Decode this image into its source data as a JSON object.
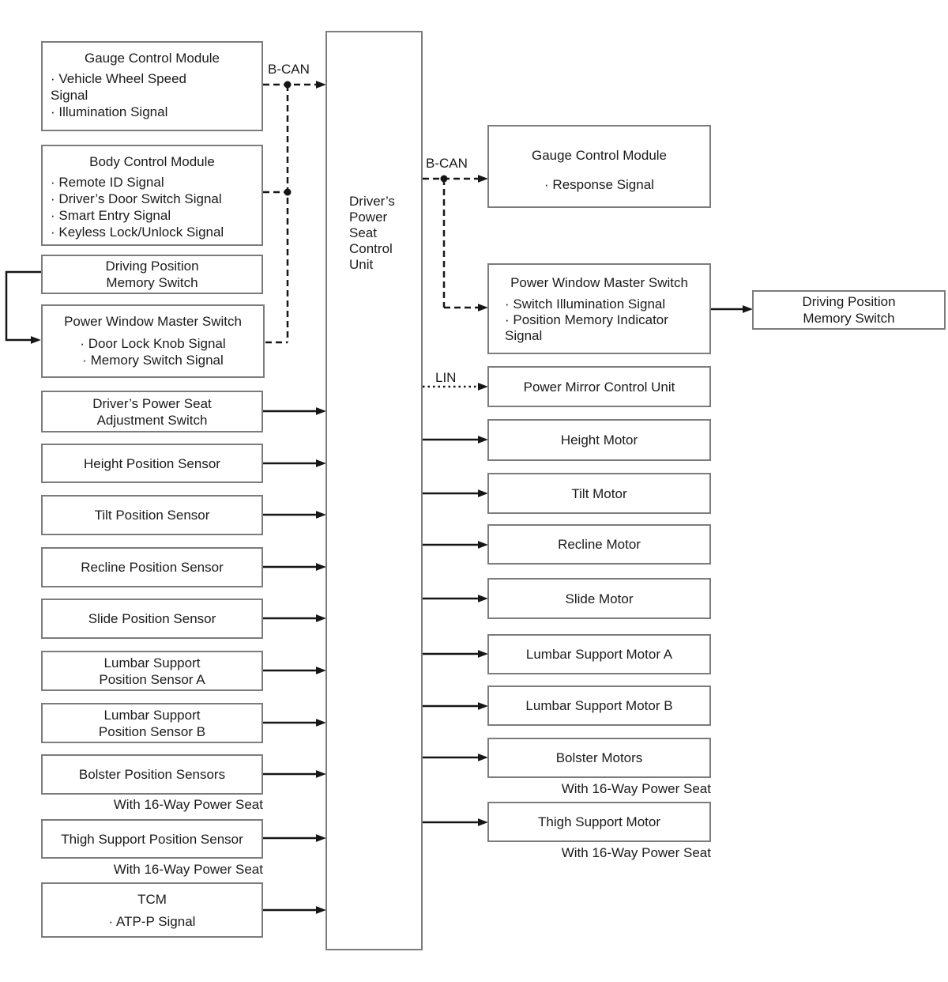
{
  "center_unit": {
    "lines": [
      "Driver’s",
      "Power",
      "Seat",
      "Control",
      "Unit"
    ]
  },
  "bus_labels": {
    "bcan_left": "B-CAN",
    "bcan_right": "B-CAN",
    "lin": "LIN"
  },
  "inputs": [
    {
      "title": "Gauge Control Module",
      "items": [
        "· Vehicle Wheel Speed",
        "Signal",
        "· Illumination Signal"
      ]
    },
    {
      "title": "Body Control Module",
      "items": [
        "· Remote ID Signal",
        "· Driver’s Door Switch Signal",
        "· Smart Entry Signal",
        "· Keyless Lock/Unlock Signal"
      ]
    },
    {
      "lines": [
        "Driving Position",
        "Memory Switch"
      ]
    },
    {
      "title": "Power Window Master Switch",
      "items": [
        "· Door Lock Knob Signal",
        "· Memory Switch Signal"
      ]
    },
    {
      "lines": [
        "Driver’s Power Seat",
        "Adjustment Switch"
      ]
    },
    {
      "label": "Height Position Sensor"
    },
    {
      "label": "Tilt Position Sensor"
    },
    {
      "label": "Recline Position Sensor"
    },
    {
      "label": "Slide Position Sensor"
    },
    {
      "lines": [
        "Lumbar Support",
        "Position Sensor A"
      ]
    },
    {
      "lines": [
        "Lumbar Support",
        "Position Sensor B"
      ]
    },
    {
      "label": "Bolster Position Sensors",
      "note": "With 16-Way Power Seat"
    },
    {
      "label": "Thigh Support Position Sensor",
      "note": "With 16-Way Power Seat"
    },
    {
      "title": "TCM",
      "items": [
        "· ATP-P Signal"
      ]
    }
  ],
  "outputs": [
    {
      "title": "Gauge Control Module",
      "items": [
        "· Response Signal"
      ]
    },
    {
      "title": "Power Window Master Switch",
      "items": [
        "· Switch Illumination Signal",
        "· Position Memory Indicator",
        "Signal"
      ]
    },
    {
      "label": "Power Mirror Control Unit"
    },
    {
      "label": "Height Motor"
    },
    {
      "label": "Tilt Motor"
    },
    {
      "label": "Recline Motor"
    },
    {
      "label": "Slide Motor"
    },
    {
      "label": "Lumbar Support Motor A"
    },
    {
      "label": "Lumbar Support Motor B"
    },
    {
      "label": "Bolster Motors",
      "note": "With 16-Way Power Seat"
    },
    {
      "label": "Thigh Support Motor",
      "note": "With 16-Way Power Seat"
    }
  ],
  "far_right": {
    "lines": [
      "Driving Position",
      "Memory Switch"
    ]
  },
  "colors": {
    "box_border": "#7c7c7c",
    "line": "#161616",
    "text": "#1b1b1b",
    "background": "#ffffff"
  }
}
